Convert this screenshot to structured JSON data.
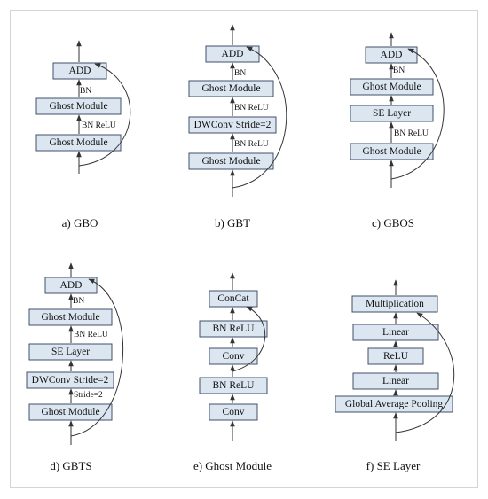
{
  "colors": {
    "block_fill": "#dce6f1",
    "block_stroke": "#41506a",
    "line": "#333333"
  },
  "panels": [
    {
      "id": "a",
      "caption": "a) GBO",
      "blocks": [
        "ADD",
        "Ghost Module",
        "Ghost Module"
      ],
      "annotations": [
        "BN",
        "BN ReLU"
      ]
    },
    {
      "id": "b",
      "caption": "b) GBT",
      "blocks": [
        "ADD",
        "Ghost Module",
        "DWConv Stride=2",
        "Ghost Module"
      ],
      "annotations": [
        "BN",
        "BN ReLU",
        "BN ReLU"
      ]
    },
    {
      "id": "c",
      "caption": "c) GBOS",
      "blocks": [
        "ADD",
        "Ghost Module",
        "SE Layer",
        "Ghost Module"
      ],
      "annotations": [
        "BN",
        "BN ReLU"
      ]
    },
    {
      "id": "d",
      "caption": "d) GBTS",
      "blocks": [
        "ADD",
        "Ghost Module",
        "SE Layer",
        "DWConv Stride=2",
        "Ghost Module"
      ],
      "annotations": [
        "BN",
        "BN ReLU",
        "Stride=2"
      ]
    },
    {
      "id": "e",
      "caption": "e) Ghost Module",
      "blocks": [
        "ConCat",
        "BN ReLU",
        "Conv",
        "BN ReLU",
        "Conv"
      ],
      "annotations": []
    },
    {
      "id": "f",
      "caption": "f) SE Layer",
      "blocks": [
        "Multiplication",
        "Linear",
        "ReLU",
        "Linear",
        "Global Average Pooling"
      ],
      "annotations": []
    }
  ]
}
